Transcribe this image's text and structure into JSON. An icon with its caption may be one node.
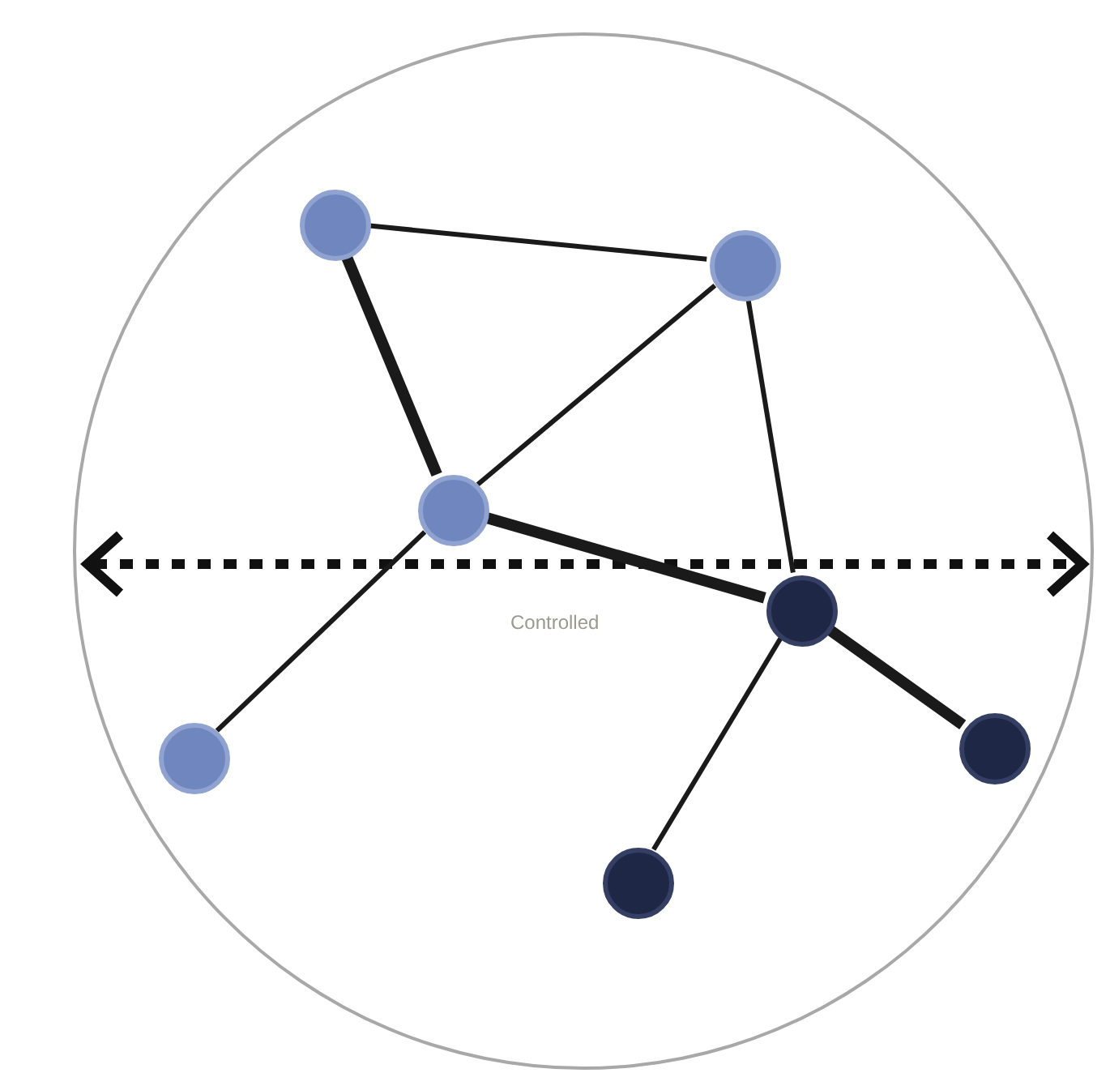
{
  "diagram": {
    "nodes": [
      {
        "text": [],
        "shape": "circle"
      },
      {
        "text": [],
        "shape": "circle",
        "in": 0
      },
      {
        "text": [],
        "shape": "circle",
        "in": 0
      },
      {
        "text": [],
        "shape": "circle",
        "in": 0
      },
      {
        "text": [],
        "shape": "circle",
        "in": 0
      },
      {
        "text": [],
        "shape": "circle",
        "in": 0
      },
      {
        "text": [],
        "shape": "circle",
        "in": 0
      },
      {
        "text": [],
        "shape": "circle",
        "in": 0
      }
    ],
    "edges": [
      {
        "from": 1,
        "to": 2,
        "arrow": "none"
      },
      {
        "from": 1,
        "to": 3,
        "arrow": "none",
        "style": "thick"
      },
      {
        "from": 2,
        "to": 3,
        "arrow": "none"
      },
      {
        "from": 2,
        "to": 5,
        "arrow": "none"
      },
      {
        "from": 3,
        "to": 5,
        "arrow": "none",
        "style": "thick"
      },
      {
        "from": 3,
        "to": 4,
        "arrow": "none"
      },
      {
        "from": 5,
        "to": 6,
        "arrow": "none",
        "style": "thick"
      },
      {
        "from": 5,
        "to": 7,
        "arrow": "none"
      }
    ],
    "labels": [
      "Controlled"
    ]
  }
}
